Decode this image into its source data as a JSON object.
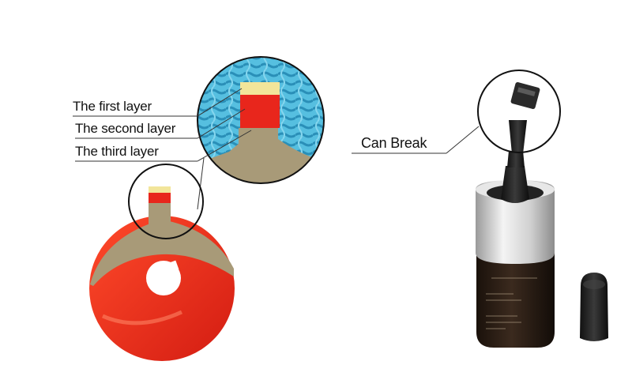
{
  "labels": {
    "first_layer": "The first layer",
    "second_layer": "The second layer",
    "third_layer": "The third layer",
    "can_break": "Can Break"
  },
  "colors": {
    "background": "#ffffff",
    "red_layer": "#e8261c",
    "yellow_layer": "#f2e59a",
    "tan_layer": "#a89a78",
    "blue_texture": "#4fb8d8",
    "bottle_dark": "#2b1d14",
    "bottle_cap": "#cfcfcf"
  }
}
